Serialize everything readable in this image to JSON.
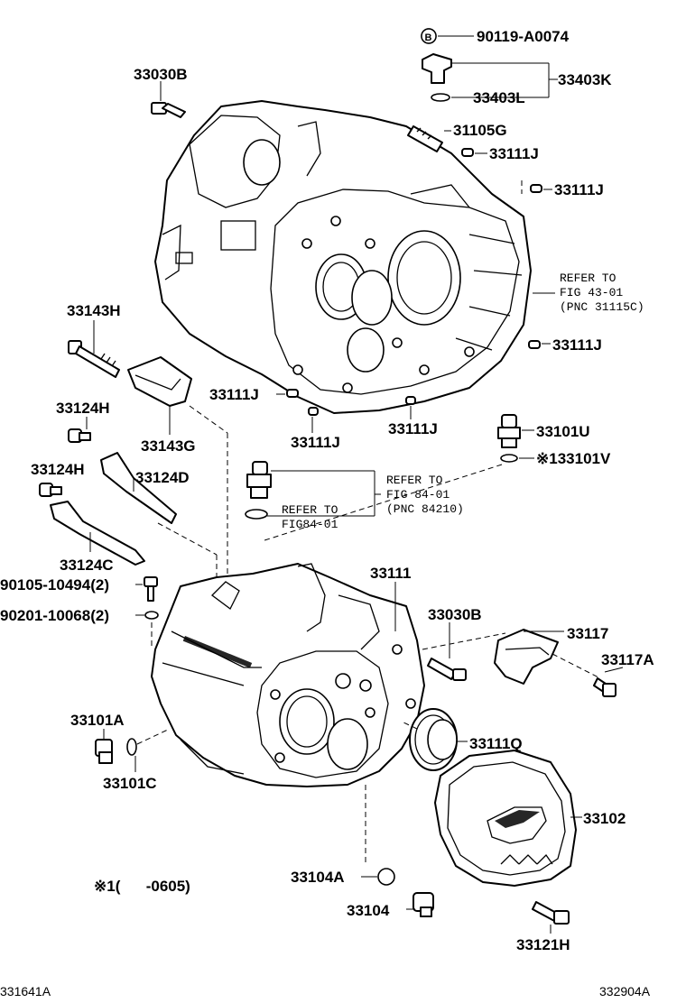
{
  "labels": {
    "p90119_a0074": "90119-A0074",
    "circle_b": "B",
    "p33403k": "33403K",
    "p33403l": "33403L",
    "p33030b_top": "33030B",
    "p31105g": "31105G",
    "p33111j_a": "33111J",
    "p33111j_b": "33111J",
    "p33111j_c": "33111J",
    "p33111j_d": "33111J",
    "p33111j_e": "33111J",
    "p33111j_f": "33111J",
    "refer_fig43": "REFER TO",
    "refer_fig43_b": "FIG 43-01",
    "refer_fig43_c": "(PNC 31115C)",
    "p33143h": "33143H",
    "p33143g": "33143G",
    "p33124h_a": "33124H",
    "p33124h_b": "33124H",
    "p33124d": "33124D",
    "p33124c": "33124C",
    "p33101u": "33101U",
    "p133101v": "※133101V",
    "refer_fig84_a1": "REFER TO",
    "refer_fig84_a2": "FIG 84-01",
    "refer_fig84_a3": "(PNC 84210)",
    "refer_fig84_b1": "REFER TO",
    "refer_fig84_b2": "FIG84-01",
    "p90105": "90105-10494(2)",
    "p90201": "90201-10068(2)",
    "p33111": "33111",
    "p33030b_mid": "33030B",
    "p33117": "33117",
    "p33117a": "33117A",
    "p33101a": "33101A",
    "p33101c": "33101C",
    "p33111q": "33111Q",
    "p33102": "33102",
    "p33104a": "33104A",
    "p33104": "33104",
    "p33121h": "33121H",
    "footnote": "※1(      -0605)",
    "code_left": "331641A",
    "code_right": "332904A"
  }
}
